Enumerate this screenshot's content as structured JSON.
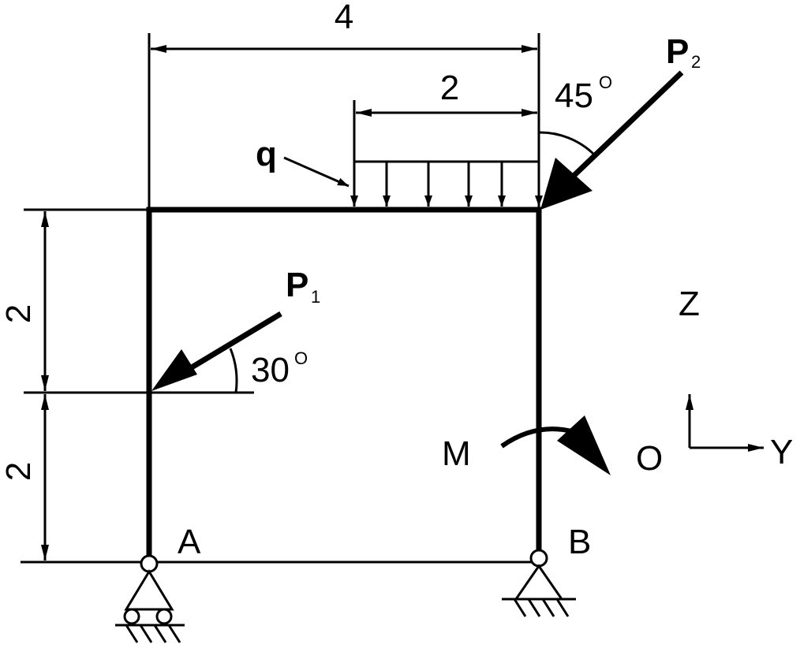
{
  "dimensions": {
    "top_span": "4",
    "load_span": "2",
    "upper_height": "2",
    "lower_height": "2"
  },
  "loads": {
    "q_label": "q",
    "p1_label": "P",
    "p1_sub": "1",
    "p1_angle": "30",
    "p2_label": "P",
    "p2_sub": "2",
    "p2_angle": "45",
    "moment_label": "M",
    "degree_symbol": "O"
  },
  "supports": {
    "a_label": "A",
    "b_label": "B"
  },
  "axes": {
    "z_label": "Z",
    "y_label": "Y",
    "o_label": "O"
  }
}
